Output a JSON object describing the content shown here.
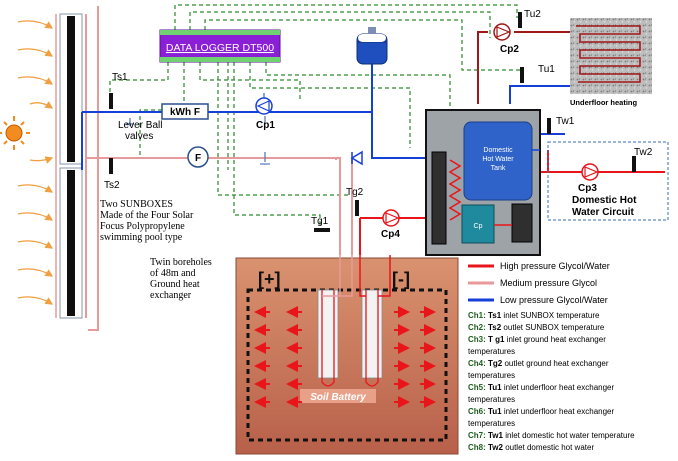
{
  "colors": {
    "high_pressure": "#e8151b",
    "medium_pressure": "#e89a9a",
    "low_pressure": "#1540d8",
    "logger_bg": "#8b1fd6",
    "soil": "#c8775a",
    "tank": "#2f63c9",
    "control_wire": "#2c8a2c"
  },
  "icons": [
    "sun-icon",
    "pump-icon",
    "flow-meter-icon",
    "check-valve-icon",
    "expansion-vessel-icon",
    "ball-valve-icon",
    "heating-coil-icon",
    "temperature-sensor-icon"
  ],
  "logger": {
    "label": "DATA LOGGER DT500"
  },
  "sensors": {
    "ts1": "Ts1",
    "ts2": "Ts2",
    "tg1": "Tg1",
    "tg2": "Tg2",
    "tu1": "Tu1",
    "tu2": "Tu2",
    "tw1": "Tw1",
    "tw2": "Tw2"
  },
  "pumps": {
    "cp1": "Cp1",
    "cp2": "Cp2",
    "cp3": "Cp3",
    "cp4": "Cp4"
  },
  "labels": {
    "kwh_meter": "kWh F",
    "flow_meter": "F",
    "lever_valves_line1": "Lever Ball",
    "lever_valves_line2": "valves",
    "sunbox_line1": "Two SUNBOXES",
    "sunbox_line2": "Made of the Four Solar",
    "sunbox_line3": "Focus Polypropylene",
    "sunbox_line4": "swimming pool type",
    "boreholes_line1": "Twin boreholes",
    "boreholes_line2": "of 48m and",
    "boreholes_line3": "Ground heat",
    "boreholes_line4": "exchanger",
    "tank_line1": "Domestic",
    "tank_line2": "Hot Water",
    "tank_line3": "Tank",
    "cp_box": "Cp",
    "underfloor": "Underfloor heating",
    "dhw_line1": "Domestic Hot",
    "dhw_line2": "Water Circuit",
    "soil_battery": "Soil Battery",
    "plus": "[+]",
    "minus": "[-]"
  },
  "legend": [
    {
      "label": "High pressure Glycol/Water",
      "color": "#e8151b"
    },
    {
      "label": "Medium pressure Glycol",
      "color": "#e89a9a"
    },
    {
      "label": "Low pressure Glycol/Water",
      "color": "#1540d8"
    }
  ],
  "channels": [
    {
      "ch": "Ch1:",
      "sensor": "Ts1",
      "line1": "inlet  SUNBOX temperature",
      "line2": ""
    },
    {
      "ch": "Ch2:",
      "sensor": "Ts2",
      "line1": "outlet  SUNBOX temperature",
      "line2": ""
    },
    {
      "ch": "Ch3:",
      "sensor": "T g1",
      "line1": "inlet  ground heat  exchanger",
      "line2": "temperatures"
    },
    {
      "ch": "Ch4:",
      "sensor": "Tg2",
      "line1": "outlet  ground heat  exchanger",
      "line2": "temperatures"
    },
    {
      "ch": "Ch5:",
      "sensor": "Tu1",
      "line1": "inlet  underfloor heat exchanger",
      "line2": "temperatures"
    },
    {
      "ch": "Ch6:",
      "sensor": "Tu1",
      "line1": "inlet  underfloor heat exchanger",
      "line2": "temperatures"
    },
    {
      "ch": "Ch7:",
      "sensor": "Tw1",
      "line1": "inlet  domestic hot water temperature",
      "line2": ""
    },
    {
      "ch": "Ch8:",
      "sensor": "Tw2",
      "line1": "outlet  domestic hot water",
      "line2": ""
    },
    {
      "ch": "",
      "sensor": "",
      "line1": "temperature",
      "line2": ""
    }
  ]
}
